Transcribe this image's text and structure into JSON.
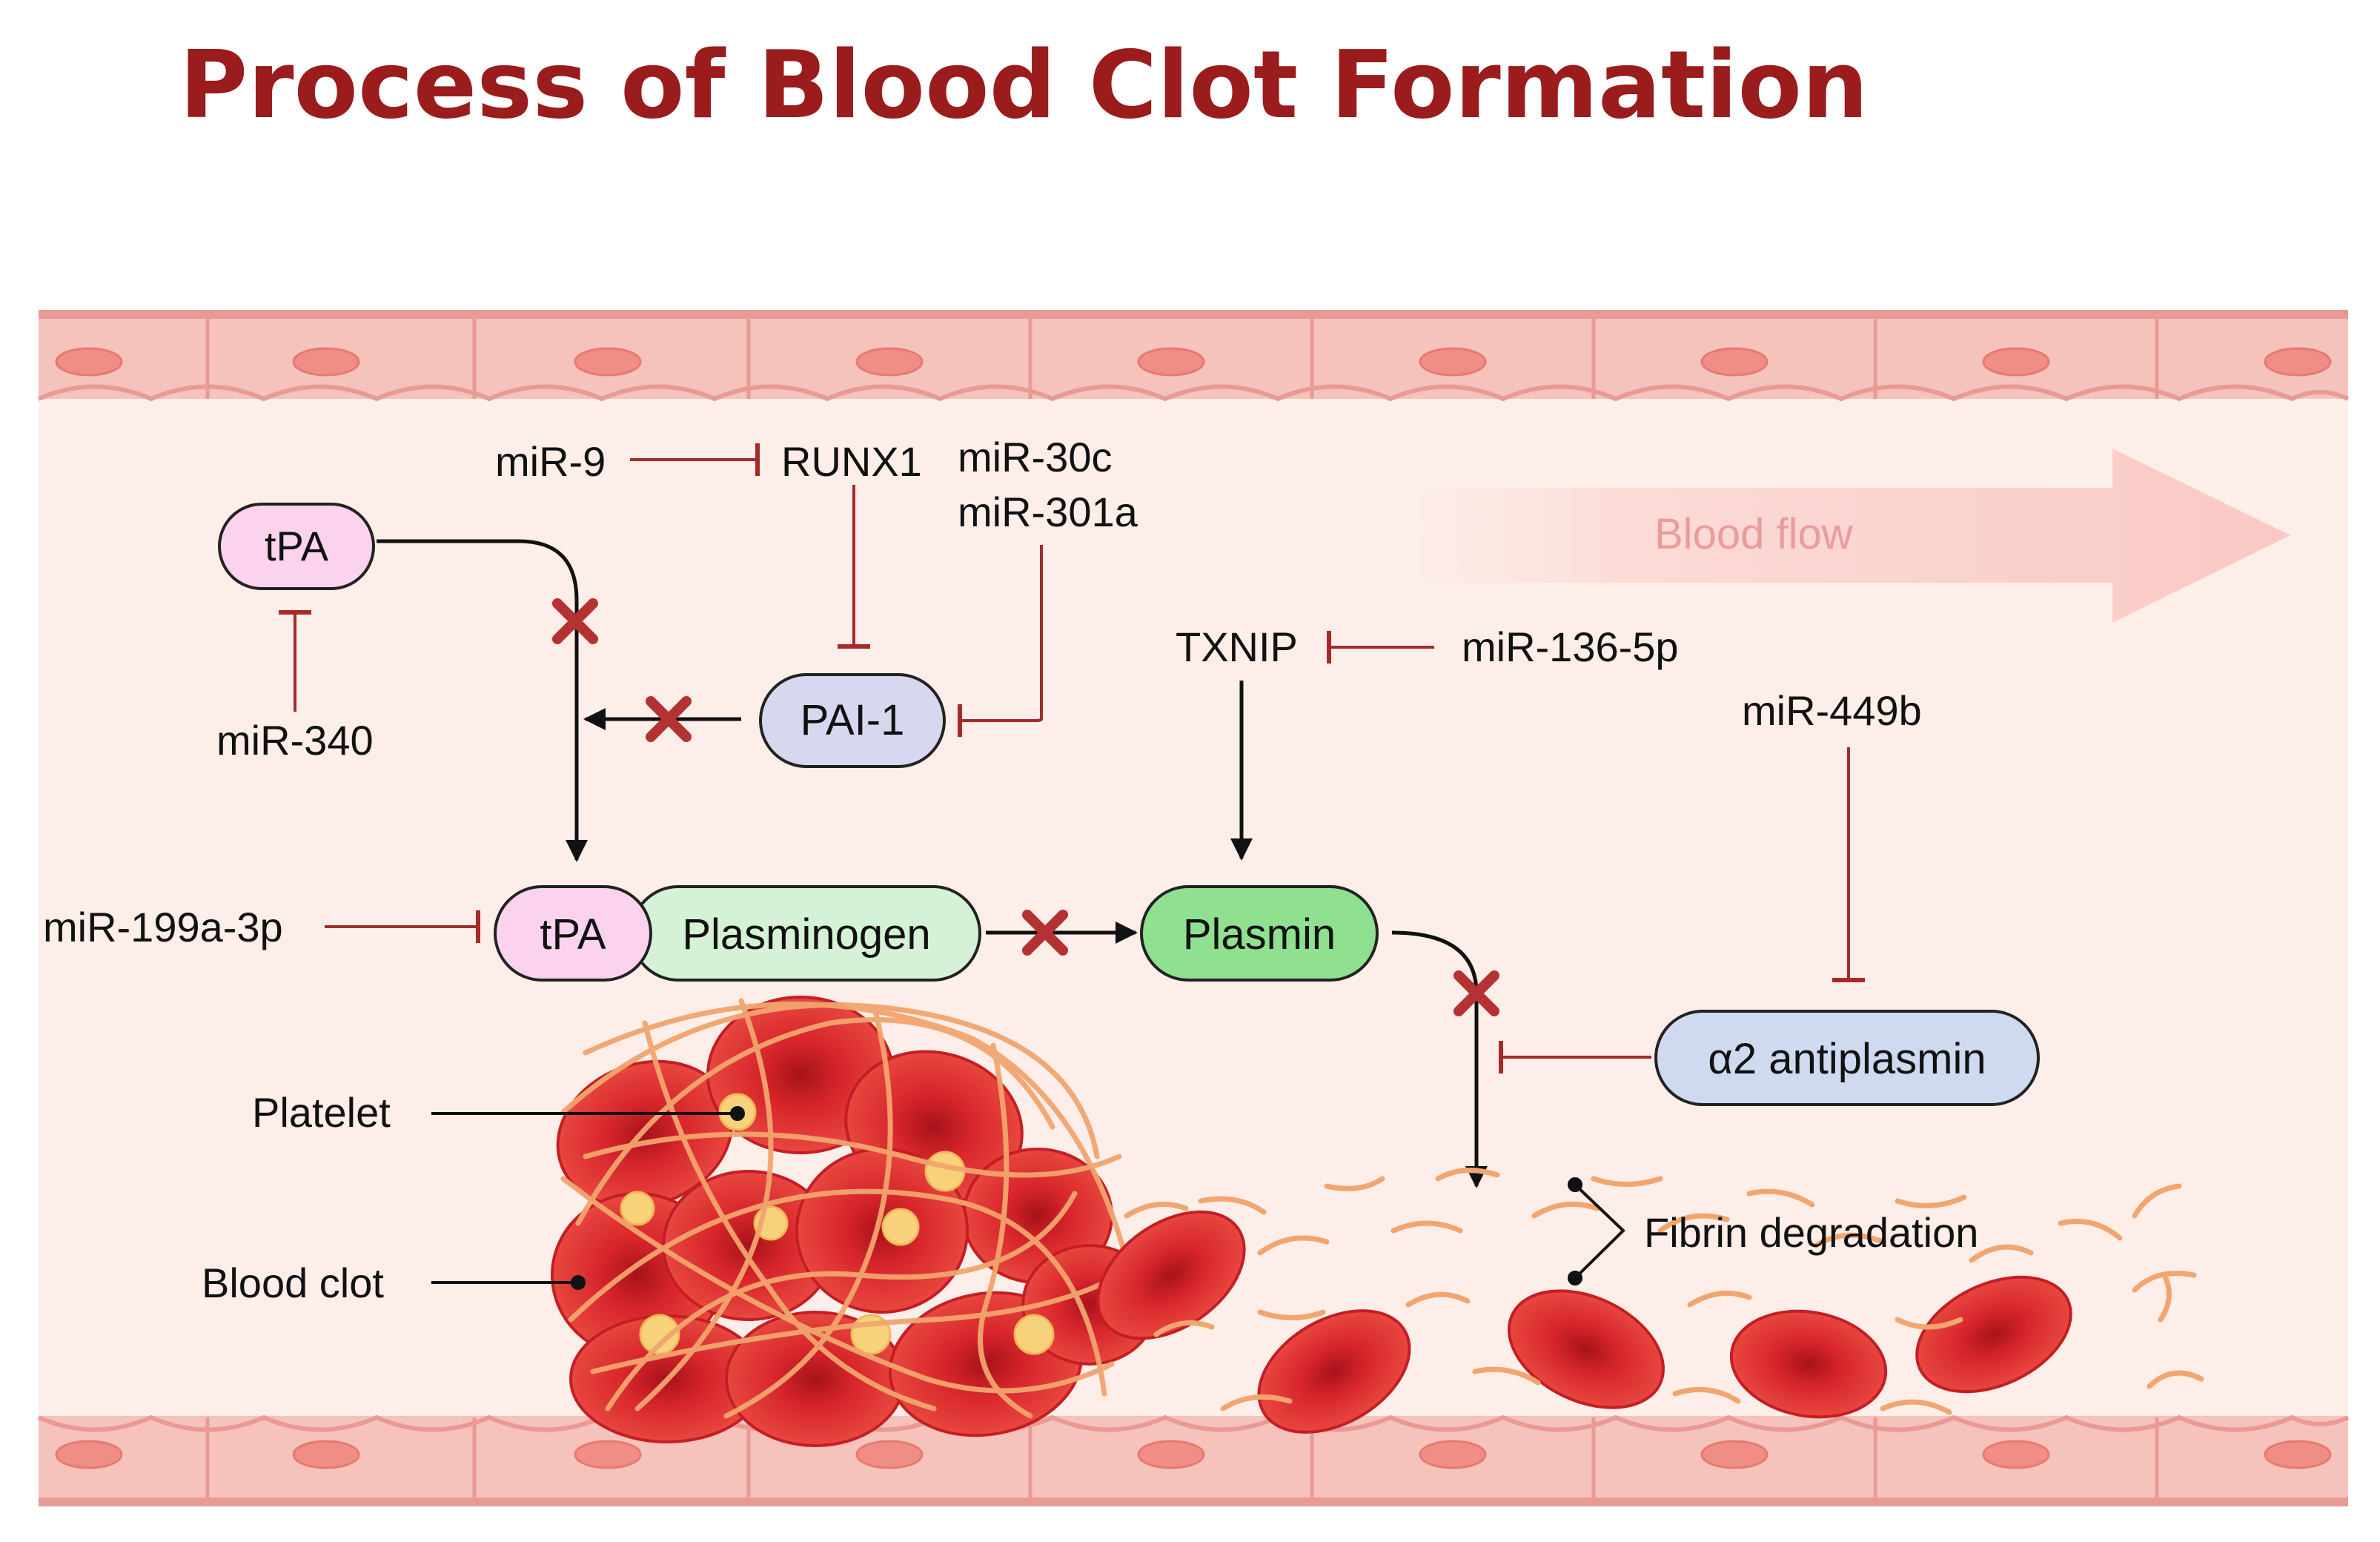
{
  "title": "Process of Blood Clot Formation",
  "flow_label": "Blood flow",
  "nodes": {
    "tpa_top": "tPA",
    "pai1": "PAI-1",
    "tpa_complex": "tPA",
    "plasminogen": "Plasminogen",
    "plasmin": "Plasmin",
    "antiplasmin": "α2 antiplasmin"
  },
  "labels": {
    "mir9": "miR-9",
    "runx1": "RUNX1",
    "mir30c": "miR-30c",
    "mir301a": "miR-301a",
    "mir340": "miR-340",
    "txnip": "TXNIP",
    "mir136": "miR-136-5p",
    "mir449b": "miR-449b",
    "mir199": "miR-199a-3p",
    "platelet": "Platelet",
    "blood_clot": "Blood clot",
    "fibrin_degradation": "Fibrin degradation"
  },
  "colors": {
    "title": "#9b1c1c",
    "inhibit": "#a52a2a",
    "activate": "#111111",
    "block_x": "#b03030",
    "vessel_bg": "#fdeee9",
    "vessel_wall": "#f4b7b1",
    "tpa_fill": "#fbd3ee",
    "pai1_fill": "#d7d8ef",
    "plasminogen_fill": "#d6f2d6",
    "plasmin_fill": "#8fe08f",
    "antiplasmin_fill": "#cfdaf0",
    "rbc": "#e03a3a",
    "fibrin": "#f1a46a",
    "platelet": "#f7d27a"
  }
}
